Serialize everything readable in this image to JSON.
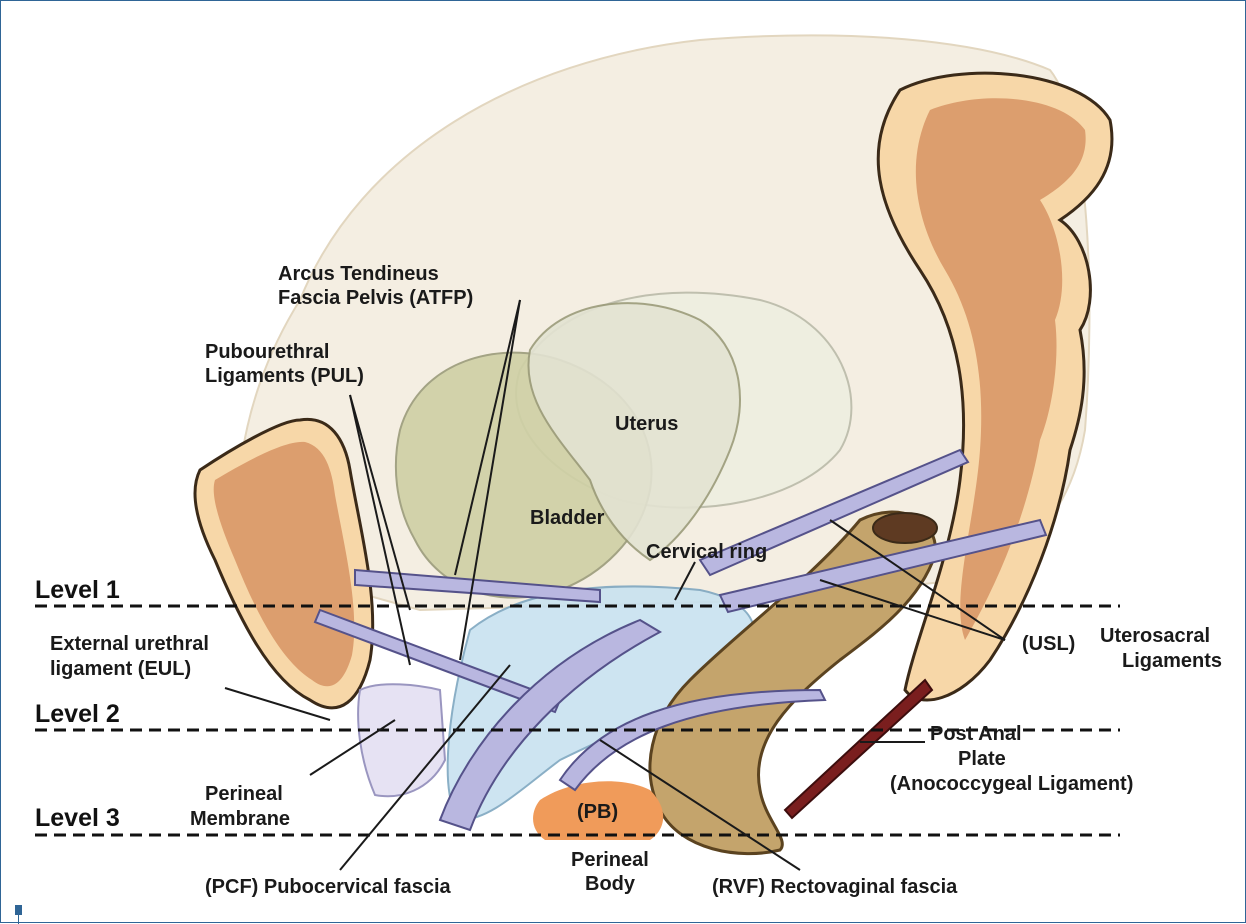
{
  "levels": {
    "level1": "Level 1",
    "level2": "Level 2",
    "level3": "Level 3"
  },
  "labels": {
    "atfp_line1": "Arcus Tendineus",
    "atfp_line2": "Fascia Pelvis (ATFP)",
    "pul_line1": "Pubourethral",
    "pul_line2": "Ligaments (PUL)",
    "uterus": "Uterus",
    "bladder": "Bladder",
    "cervical_ring": "Cervical ring",
    "eul_line1": "External  urethral",
    "eul_line2": "ligament (EUL)",
    "usl_abbr": "(USL)",
    "usl_line1": "Uterosacral",
    "usl_line2": "Ligaments",
    "post_anal_line1": "Post Anal",
    "post_anal_line2": "Plate",
    "post_anal_line3": "(Anococcygeal Ligament)",
    "perineal_membrane_line1": "Perineal",
    "perineal_membrane_line2": "Membrane",
    "pb": "(PB)",
    "perineal_body_line1": "Perineal",
    "perineal_body_line2": "Body",
    "pcf": "(PCF)  Pubocervical fascia",
    "rvf": "(RVF) Rectovaginal fascia"
  },
  "colors": {
    "frame": "#2f6596",
    "pelvis_outline": "#f3ecdf",
    "bone": "#f7d7a8",
    "bone_marrow": "#dc9e6e",
    "bladder": "#cfd0a5",
    "uterus": "#e3e3d2",
    "rectum": "#c4a46c",
    "ligament": "#b9b7e0",
    "vagina": "#c8e2f0",
    "perineal_body": "#f09b5a"
  }
}
